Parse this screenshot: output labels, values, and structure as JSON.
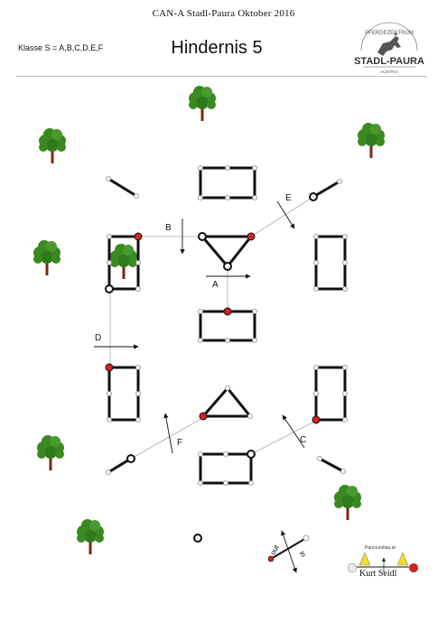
{
  "header": {
    "event": "CAN-A Stadl-Paura Oktober 2016",
    "class": "Klasse S = A,B,C,D,E,F",
    "title": "Hindernis 5"
  },
  "logo": {
    "top_text": "PFERDEZENTRUM",
    "name": "STADL-PAURA",
    "country": "AUSTRIA"
  },
  "gates": [
    "A",
    "B",
    "C",
    "D",
    "E",
    "F"
  ],
  "direction": {
    "out": "out",
    "in": "in"
  },
  "designer": {
    "byline": "Parcoursbau.at",
    "signature": "Kurt Seidl"
  },
  "colors": {
    "line": "#111111",
    "red": "#d42020",
    "grey": "#9e9e9e",
    "tree_green": "#3a8a22",
    "trunk": "#7a2a12"
  }
}
